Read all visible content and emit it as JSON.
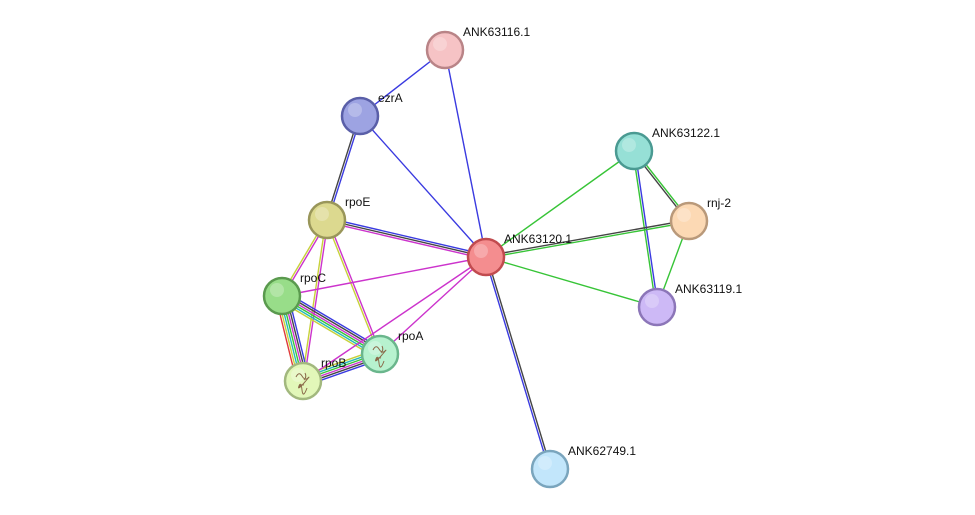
{
  "diagram": {
    "type": "protein-interaction-network",
    "nodes": [
      {
        "id": "ANK63116.1",
        "label": "ANK63116.1",
        "fill": "#f6c3c5",
        "stroke": "#b98487",
        "structure": false
      },
      {
        "id": "ezrA",
        "label": "ezrA",
        "fill": "#9da3e2",
        "stroke": "#5a5fa8",
        "structure": false
      },
      {
        "id": "ANK63122.1",
        "label": "ANK63122.1",
        "fill": "#96e0d6",
        "stroke": "#4a9a92",
        "structure": false
      },
      {
        "id": "rnj-2",
        "label": "rnj-2",
        "fill": "#fcd9b4",
        "stroke": "#b9997a",
        "structure": false
      },
      {
        "id": "rpoE",
        "label": "rpoE",
        "fill": "#dcd98f",
        "stroke": "#99965a",
        "structure": false
      },
      {
        "id": "ANK63120.1",
        "label": "ANK63120.1",
        "fill": "#f48d8f",
        "stroke": "#c14b4f",
        "structure": false
      },
      {
        "id": "ANK63119.1",
        "label": "ANK63119.1",
        "fill": "#cdb9f6",
        "stroke": "#8c76b8",
        "structure": false
      },
      {
        "id": "rpoC",
        "label": "rpoC",
        "fill": "#98dd89",
        "stroke": "#5a9a4e",
        "structure": false
      },
      {
        "id": "rpoA",
        "label": "rpoA",
        "fill": "#b7f2cf",
        "stroke": "#6ab68c",
        "structure": true
      },
      {
        "id": "rpoB",
        "label": "rpoB",
        "fill": "#e2f7b9",
        "stroke": "#a2b87e",
        "structure": true
      },
      {
        "id": "ANK62749.1",
        "label": "ANK62749.1",
        "fill": "#c2e6fb",
        "stroke": "#7aa5bd",
        "structure": false
      }
    ],
    "edges": [
      {
        "source": "ANK63116.1",
        "target": "ezrA",
        "colors": [
          "#3a3ae0"
        ]
      },
      {
        "source": "ANK63116.1",
        "target": "ANK63120.1",
        "colors": [
          "#3a3ae0"
        ]
      },
      {
        "source": "ezrA",
        "target": "ANK63120.1",
        "colors": [
          "#3a3ae0"
        ]
      },
      {
        "source": "ezrA",
        "target": "rpoE",
        "colors": [
          "#3a3ae0",
          "#444444"
        ]
      },
      {
        "source": "ANK63122.1",
        "target": "rnj-2",
        "colors": [
          "#37c437",
          "#444444"
        ]
      },
      {
        "source": "ANK63122.1",
        "target": "ANK63119.1",
        "colors": [
          "#3a3ae0",
          "#37c437"
        ]
      },
      {
        "source": "ANK63122.1",
        "target": "ANK63120.1",
        "colors": [
          "#37c437"
        ]
      },
      {
        "source": "rnj-2",
        "target": "ANK63119.1",
        "colors": [
          "#37c437"
        ]
      },
      {
        "source": "rnj-2",
        "target": "ANK63120.1",
        "colors": [
          "#37c437",
          "#444444"
        ]
      },
      {
        "source": "ANK63119.1",
        "target": "ANK63120.1",
        "colors": [
          "#37c437"
        ]
      },
      {
        "source": "rpoE",
        "target": "ANK63120.1",
        "colors": [
          "#3a3ae0",
          "#444444",
          "#cc33cc"
        ]
      },
      {
        "source": "rpoE",
        "target": "rpoC",
        "colors": [
          "#cc33cc",
          "#c7d13a"
        ]
      },
      {
        "source": "rpoE",
        "target": "rpoA",
        "colors": [
          "#cc33cc",
          "#c7d13a"
        ]
      },
      {
        "source": "rpoE",
        "target": "rpoB",
        "colors": [
          "#cc33cc",
          "#c7d13a"
        ]
      },
      {
        "source": "rpoC",
        "target": "ANK63120.1",
        "colors": [
          "#cc33cc"
        ]
      },
      {
        "source": "rpoC",
        "target": "rpoA",
        "colors": [
          "#3a3ae0",
          "#444444",
          "#cc33cc",
          "#37c437",
          "#25b9b9",
          "#c7d13a"
        ]
      },
      {
        "source": "rpoC",
        "target": "rpoB",
        "colors": [
          "#3a3ae0",
          "#444444",
          "#cc33cc",
          "#37c437",
          "#25b9b9",
          "#c7d13a",
          "#e03a3a"
        ]
      },
      {
        "source": "rpoA",
        "target": "rpoB",
        "colors": [
          "#3a3ae0",
          "#444444",
          "#cc33cc",
          "#37c437",
          "#25b9b9",
          "#c7d13a"
        ]
      },
      {
        "source": "rpoA",
        "target": "ANK63120.1",
        "colors": [
          "#cc33cc"
        ]
      },
      {
        "source": "rpoB",
        "target": "ANK63120.1",
        "colors": [
          "#cc33cc"
        ]
      },
      {
        "source": "ANK62749.1",
        "target": "ANK63120.1",
        "colors": [
          "#3a3ae0",
          "#444444"
        ]
      }
    ]
  }
}
